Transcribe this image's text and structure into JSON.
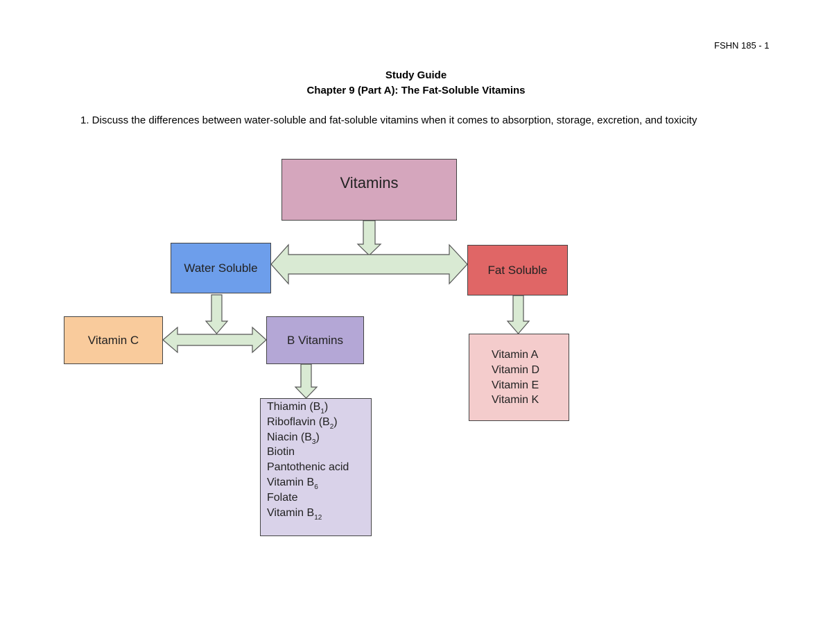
{
  "header": {
    "course_code": "FSHN 185 - 1"
  },
  "title": {
    "line1": "Study Guide",
    "line2": "Chapter 9 (Part A): The Fat-Soluble Vitamins"
  },
  "question": "1. Discuss the differences between water-soluble and fat-soluble vitamins when it comes to absorption, storage, excretion, and toxicity",
  "diagram": {
    "root": "Vitamins",
    "water_soluble": "Water Soluble",
    "fat_soluble": "Fat Soluble",
    "vitamin_c": "Vitamin C",
    "b_vitamins": "B Vitamins",
    "fat_list": [
      "Vitamin A",
      "Vitamin D",
      "Vitamin E",
      "Vitamin K"
    ],
    "b_list": [
      {
        "text": "Thiamin (B",
        "sub": "1",
        "after": ")"
      },
      {
        "text": "Riboflavin (B",
        "sub": "2",
        "after": ")"
      },
      {
        "text": "Niacin (B",
        "sub": "3",
        "after": ")"
      },
      {
        "text": "Biotin",
        "sub": "",
        "after": ""
      },
      {
        "text": "Pantothenic acid",
        "sub": "",
        "after": ""
      },
      {
        "text": "Vitamin B",
        "sub": "6",
        "after": ""
      },
      {
        "text": "Folate",
        "sub": "",
        "after": ""
      },
      {
        "text": "Vitamin B",
        "sub": "12",
        "after": ""
      }
    ],
    "colors": {
      "root": "#d5a6bd",
      "water": "#6d9eeb",
      "fat": "#e06666",
      "vitamin_c": "#f9cb9c",
      "b_vitamins": "#b4a7d6",
      "fat_list": "#f4cccc",
      "b_list": "#d9d2e9",
      "arrow": "#d9ead3"
    }
  }
}
